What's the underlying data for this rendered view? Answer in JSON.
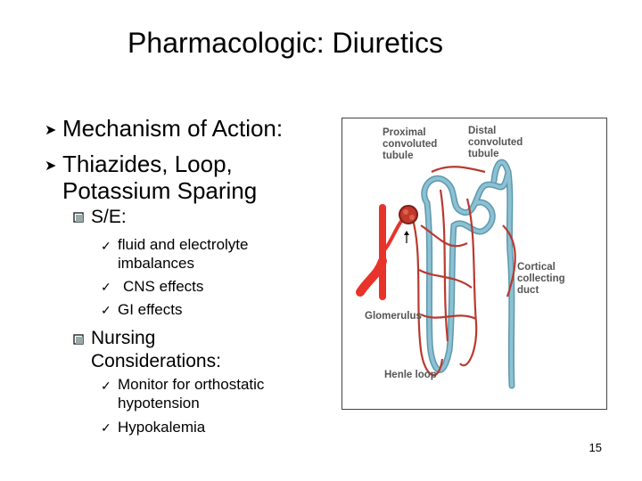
{
  "title": "Pharmacologic: Diuretics",
  "bullets": [
    "Mechanism of Action:",
    "Thiazides, Loop, Potassium Sparing"
  ],
  "sections": [
    {
      "heading": "S/E:",
      "items": [
        "fluid and electrolyte imbalances",
        "CNS effects",
        "GI effects"
      ]
    },
    {
      "heading": "Nursing Considerations:",
      "items": [
        "Monitor for orthostatic hypotension",
        "Hypokalemia"
      ]
    }
  ],
  "figure": {
    "labels": {
      "proximal": "Proximal convoluted tubule",
      "distal": "Distal convoluted tubule",
      "cortical": "Cortical collecting duct",
      "glomerulus": "Glomerulus",
      "henle": "Henle loop"
    },
    "colors": {
      "vessel": "#b83a30",
      "artery": "#e8332a",
      "tubule": "#8cc1d3",
      "tubule_stroke": "#5d98ad"
    }
  },
  "page_number": "15",
  "icons": {
    "level1_bullet": "arrow-bullet-icon",
    "level2_bullet": "square-bullet-icon",
    "level3_bullet": "checkmark-icon"
  }
}
